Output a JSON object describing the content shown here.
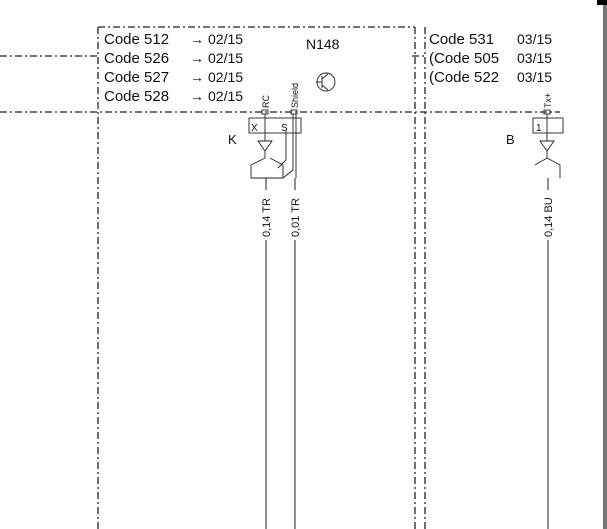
{
  "codes_left": [
    {
      "code": "Code 512",
      "date": "02/15"
    },
    {
      "code": "Code 526",
      "date": "02/15"
    },
    {
      "code": "Code 527",
      "date": "02/15"
    },
    {
      "code": "Code 528",
      "date": "02/15"
    }
  ],
  "codes_right": [
    {
      "code": "Code 531",
      "date": "03/15"
    },
    {
      "code": "(Code 505",
      "date": "03/15"
    },
    {
      "code": "(Code 522",
      "date": "03/15"
    }
  ],
  "component": {
    "name": "N148",
    "color": "#1a1acc"
  },
  "connectors": {
    "k": {
      "label": "K",
      "pin1": "X",
      "pin2": "S",
      "sig1": "RC",
      "sig2": "Shield"
    },
    "b": {
      "label": "B",
      "pin1": "1",
      "sig1": "Tx+"
    }
  },
  "wires": {
    "w1": "0,14 TR",
    "w2": "0,01 TR",
    "w3": "0,14 BU"
  }
}
